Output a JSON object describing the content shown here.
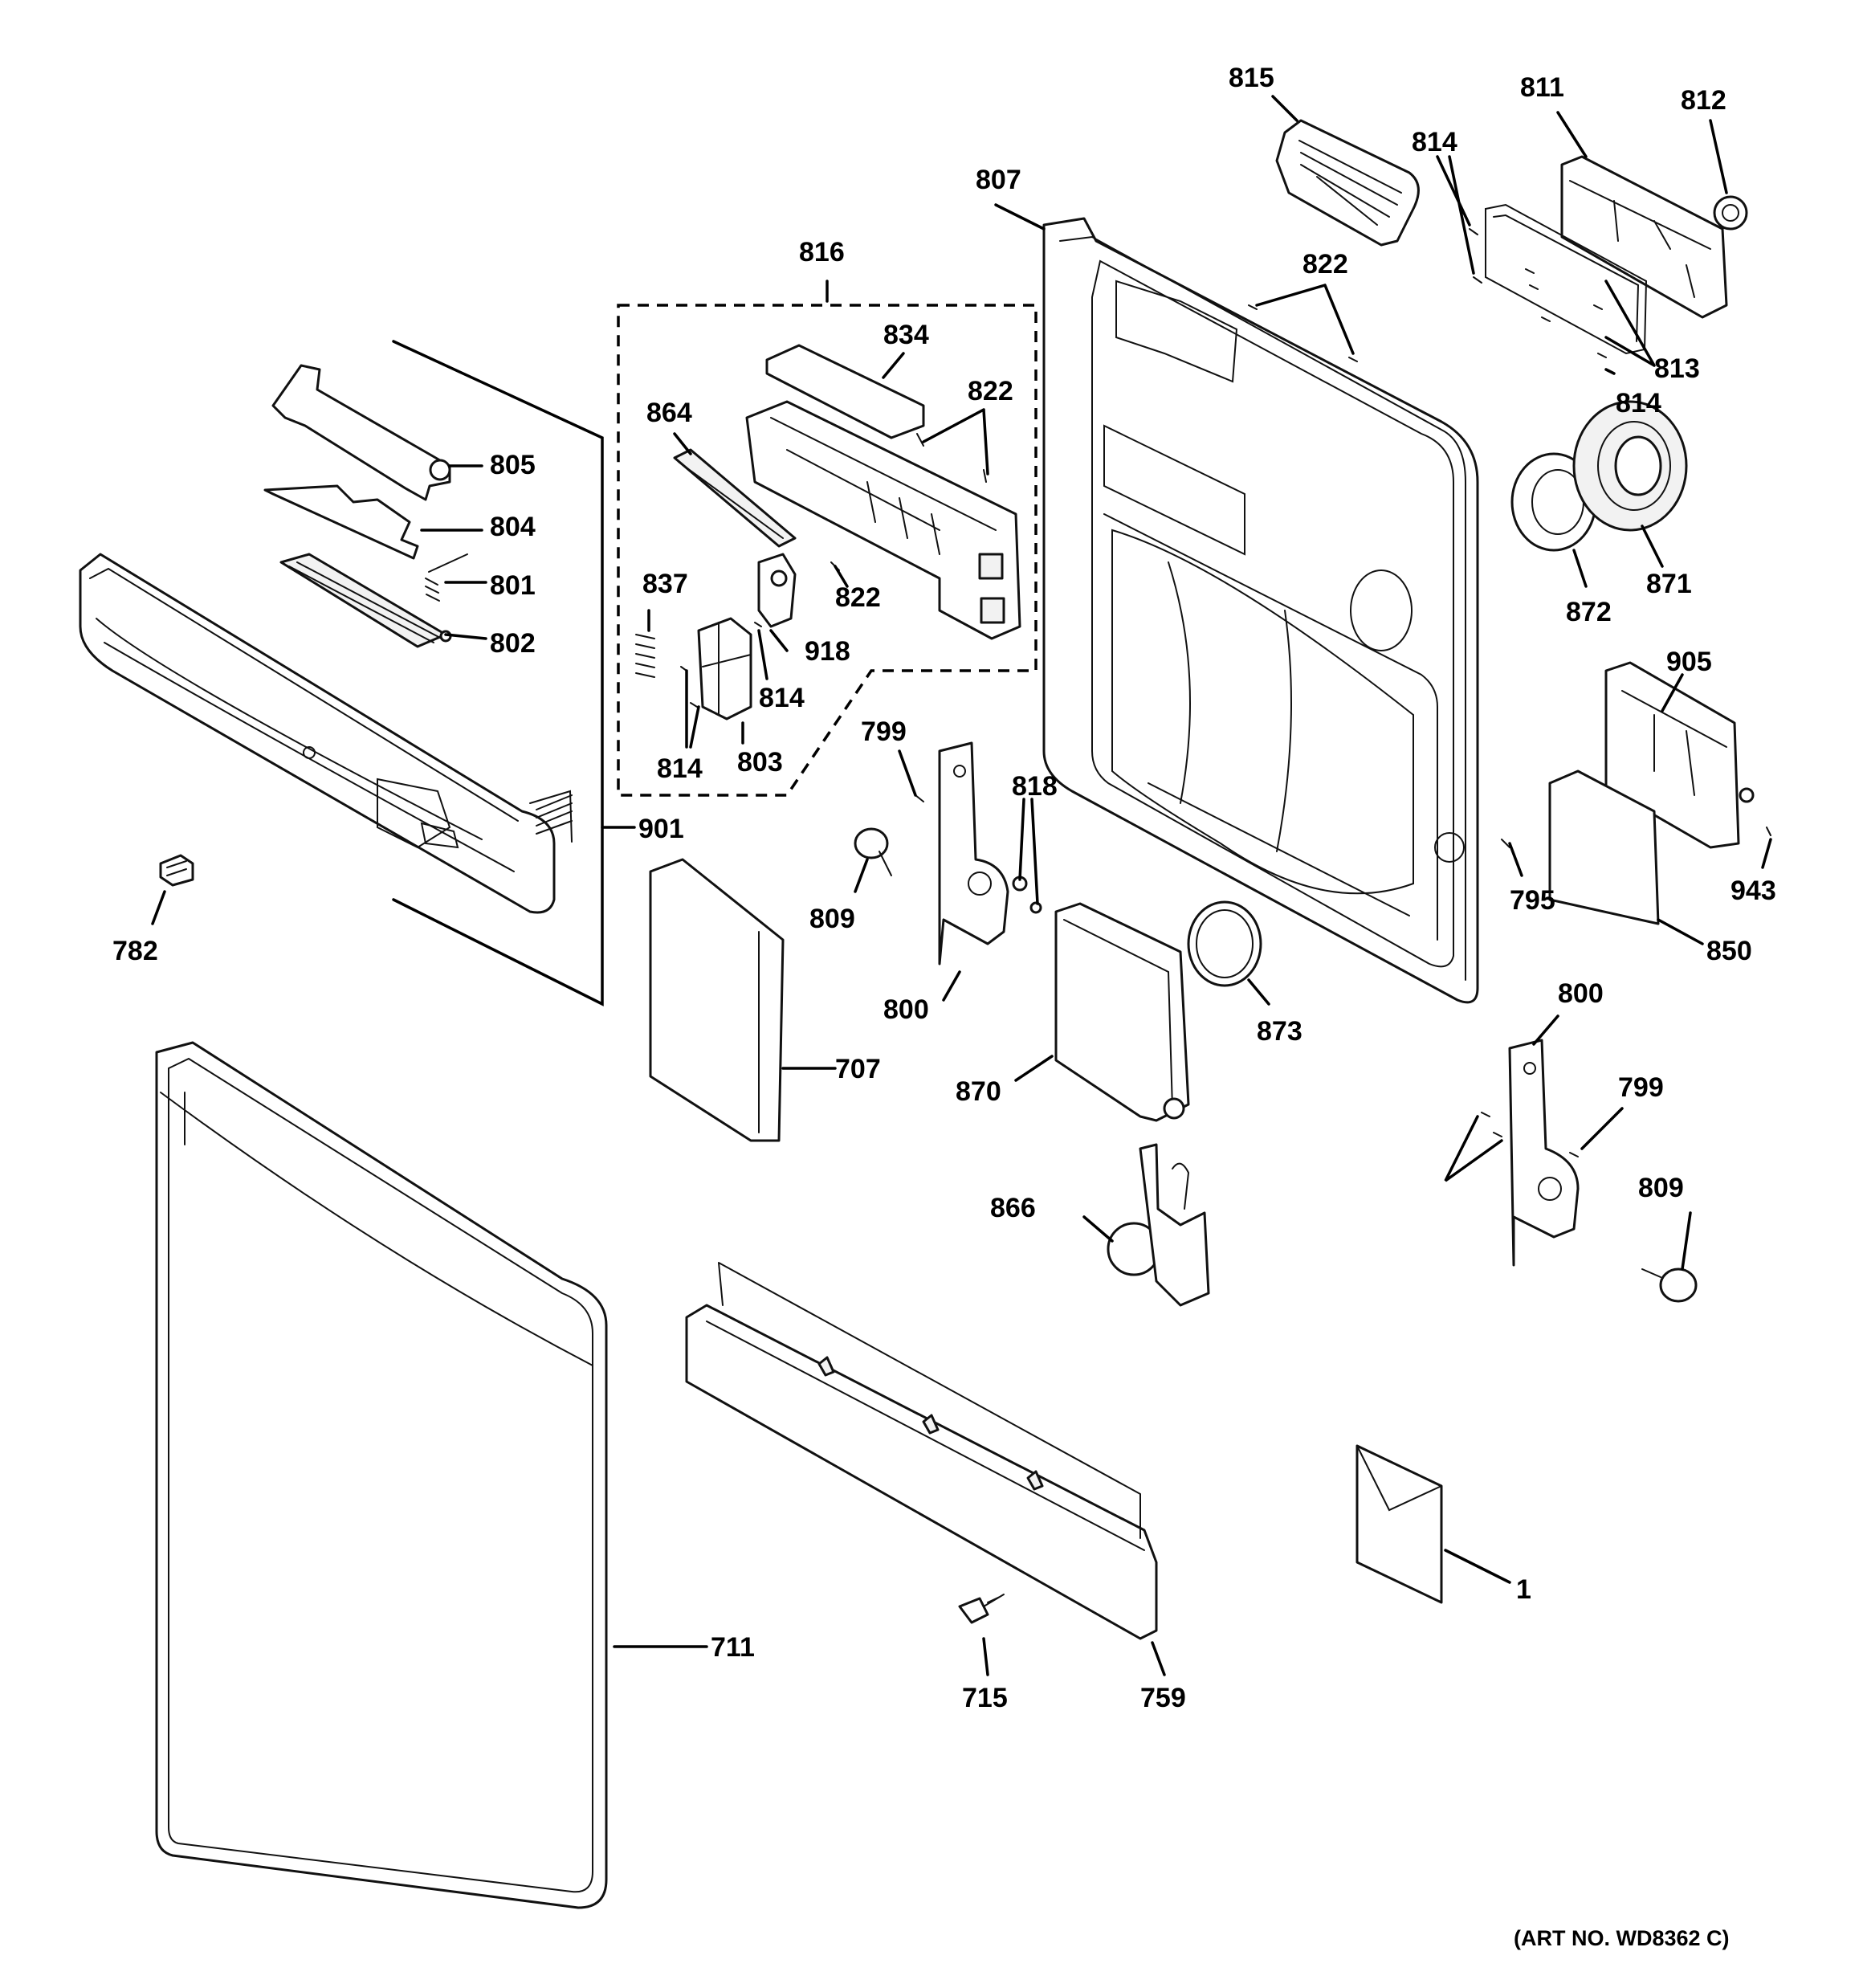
{
  "callouts": {
    "c815": "815",
    "c811": "811",
    "c812": "812",
    "c814a": "814",
    "c807": "807",
    "c822a": "822",
    "c813": "813",
    "c814b": "814",
    "c816": "816",
    "c834": "834",
    "c822b": "822",
    "c864": "864",
    "c805": "805",
    "c804": "804",
    "c801": "801",
    "c802": "802",
    "c837": "837",
    "c822c": "822",
    "c918": "918",
    "c814c": "814",
    "c814d": "814",
    "c803": "803",
    "c872": "872",
    "c871": "871",
    "c905": "905",
    "c799a": "799",
    "c818": "818",
    "c901": "901",
    "c782": "782",
    "c809a": "809",
    "c800a": "800",
    "c795": "795",
    "c943": "943",
    "c850": "850",
    "c873": "873",
    "c707": "707",
    "c870": "870",
    "c800b": "800",
    "c799b": "799",
    "c866": "866",
    "c809b": "809",
    "c1": "1",
    "c711": "711",
    "c715": "715",
    "c759": "759"
  },
  "art_number": "(ART NO. WD8362 C)"
}
